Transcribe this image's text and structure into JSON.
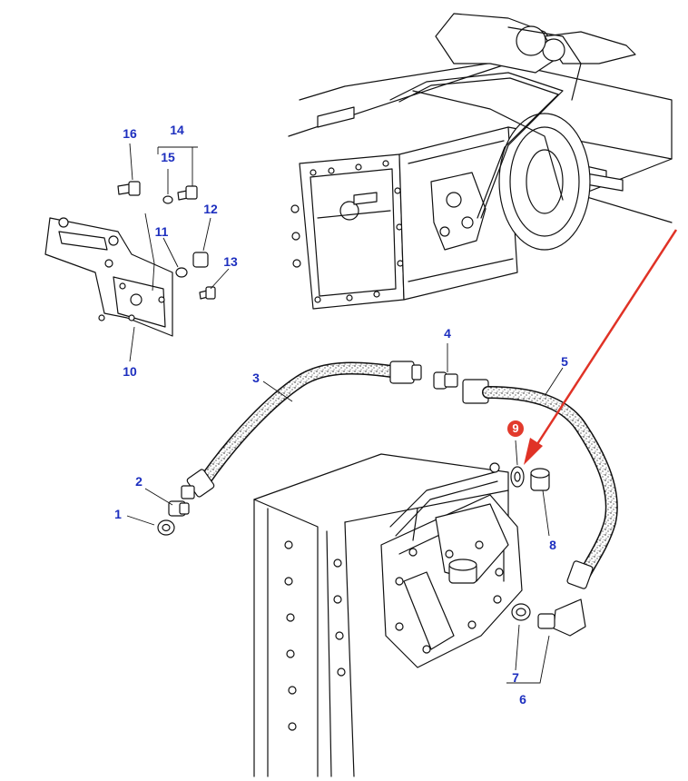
{
  "callouts": [
    {
      "id": "c1",
      "label": "1"
    },
    {
      "id": "c2",
      "label": "2"
    },
    {
      "id": "c3",
      "label": "3"
    },
    {
      "id": "c4",
      "label": "4"
    },
    {
      "id": "c5",
      "label": "5"
    },
    {
      "id": "c6",
      "label": "6"
    },
    {
      "id": "c7",
      "label": "7"
    },
    {
      "id": "c8",
      "label": "8"
    },
    {
      "id": "c9",
      "label": "9",
      "highlighted": true
    },
    {
      "id": "c10",
      "label": "10"
    },
    {
      "id": "c11",
      "label": "11"
    },
    {
      "id": "c12",
      "label": "12"
    },
    {
      "id": "c13",
      "label": "13"
    },
    {
      "id": "c14",
      "label": "14"
    },
    {
      "id": "c15",
      "label": "15"
    },
    {
      "id": "c16",
      "label": "16"
    }
  ],
  "colors": {
    "callout_text": "#1d2fbf",
    "highlight_badge": "#e23a2c",
    "arrow": "#e03226",
    "line_art": "#111111",
    "background": "#ffffff"
  }
}
